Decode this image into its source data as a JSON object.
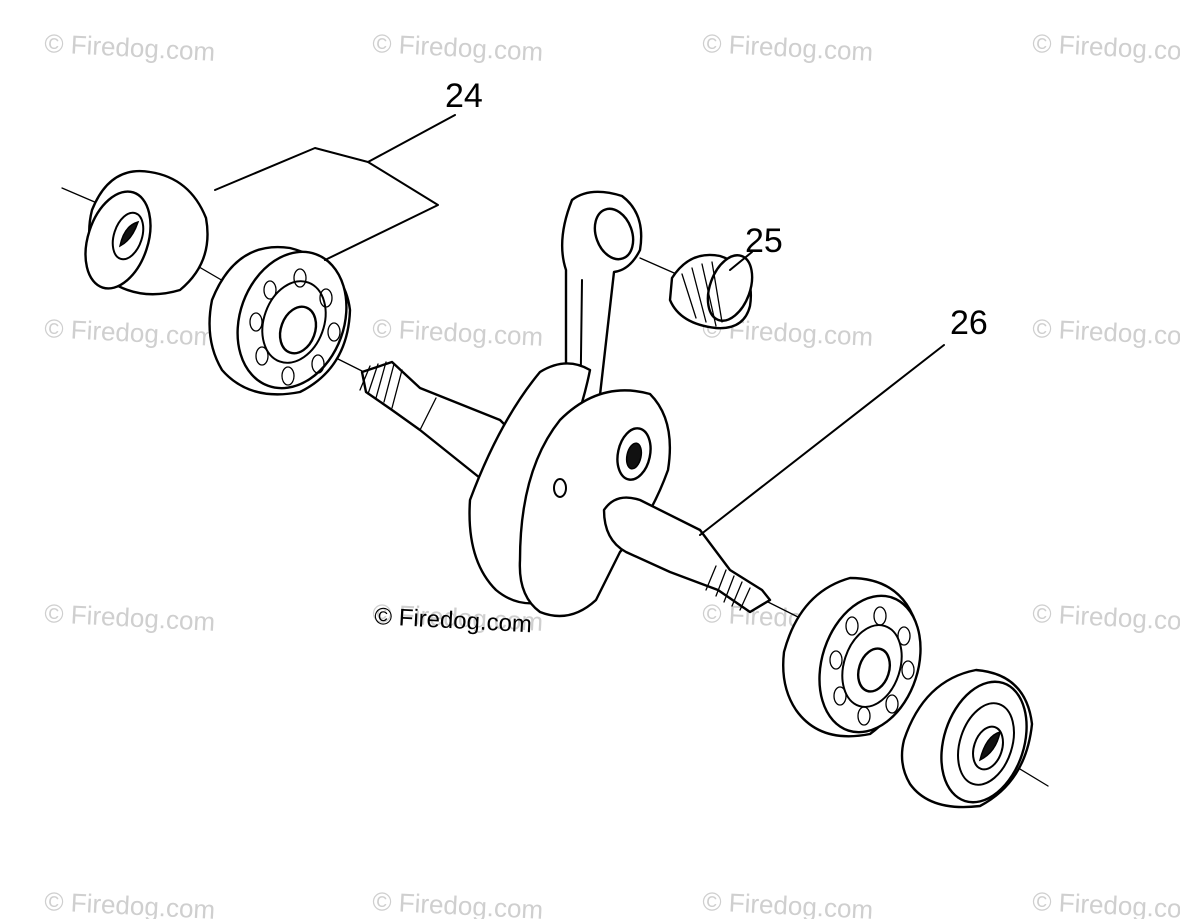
{
  "diagram": {
    "callouts": [
      {
        "id": "24",
        "label": "24"
      },
      {
        "id": "25",
        "label": "25"
      },
      {
        "id": "26",
        "label": "26"
      }
    ],
    "credit": "© Firedog.com",
    "watermark": "© Firedog.com"
  }
}
